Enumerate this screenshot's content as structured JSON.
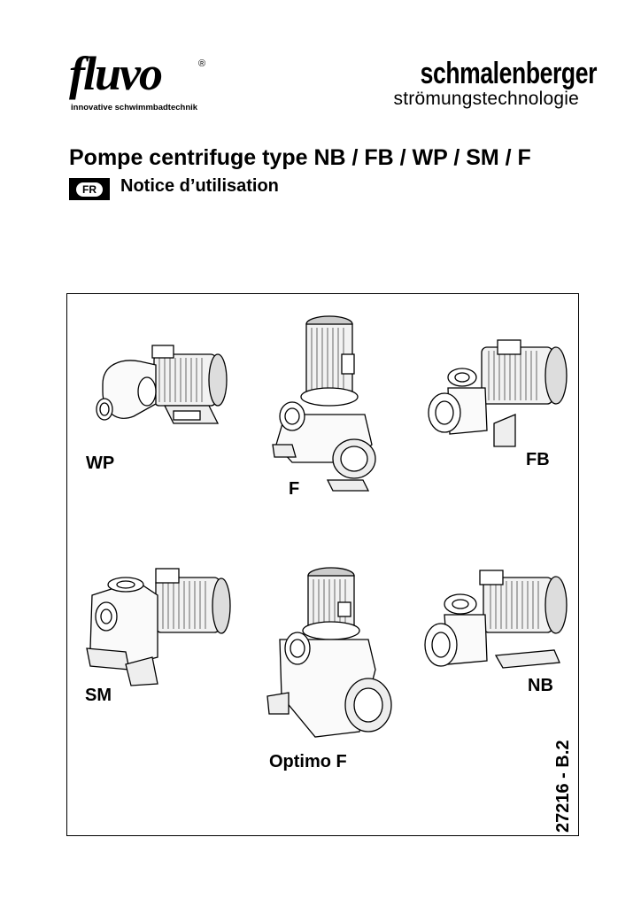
{
  "header": {
    "fluvo_logo": {
      "word": "fluvo",
      "registered": "®",
      "tagline": "innovative schwimmbadtechnik"
    },
    "schmalenberger_logo": {
      "word": "schmalenberger",
      "subline": "strömungstechnologie"
    }
  },
  "title": "Pompe centrifuge type NB / FB / WP / SM / F",
  "language_badge": "FR",
  "subtitle": "Notice d’utilisation",
  "pumps": [
    {
      "label": "WP",
      "icon": "horizontal-pump-wp"
    },
    {
      "label": "F",
      "icon": "vertical-pump-f"
    },
    {
      "label": "FB",
      "icon": "flanged-pump-fb"
    },
    {
      "label": "SM",
      "icon": "self-priming-pump-sm"
    },
    {
      "label": "Optimo F",
      "icon": "vertical-pump-optimo-f"
    },
    {
      "label": "NB",
      "icon": "flanged-pump-nb"
    }
  ],
  "doc_number": "27216 - B.2"
}
